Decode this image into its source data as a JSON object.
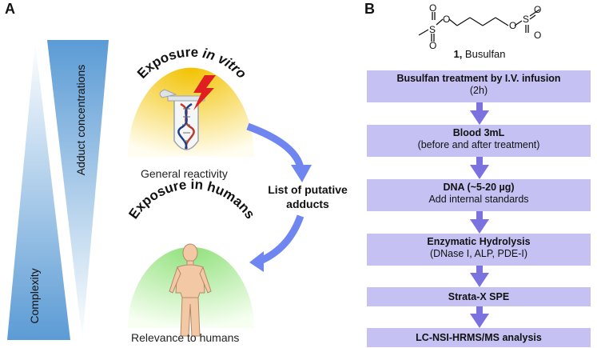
{
  "panels": {
    "a": "A",
    "b": "B"
  },
  "triangles": {
    "adduct_concentrations": "Adduct concentrations",
    "complexity": "Complexity"
  },
  "exposure_in_vitro": {
    "prefix": "Exposure ",
    "italic": "in vitro"
  },
  "exposure_in_humans": "Exposure in humans",
  "general_reactivity": "General reactivity",
  "relevance_to_humans": "Relevance to humans",
  "putative_adducts": {
    "line1": "List of putative",
    "line2": "adducts"
  },
  "busulfan": {
    "number": "1,",
    "name": " Busulfan"
  },
  "flow_steps": [
    {
      "title": "Busulfan treatment by I.V. infusion",
      "sub": "(2h)"
    },
    {
      "title": "Blood 3mL",
      "sub": "(before and after treatment)"
    },
    {
      "title": "DNA (~5-20 µg)",
      "sub": "Add internal standards"
    },
    {
      "title": "Enzymatic Hydrolysis",
      "sub": "(DNase I, ALP, PDE-I)"
    },
    {
      "title": "Strata-X SPE",
      "sub": ""
    },
    {
      "title": "LC-NSI-HRMS/MS analysis",
      "sub": ""
    }
  ],
  "colors": {
    "flow_box": "#c5c2f3",
    "flow_arrow": "#7b72e0",
    "curve_arrow": "#6f86f0",
    "triangle_blue": "#5b9bd5"
  }
}
